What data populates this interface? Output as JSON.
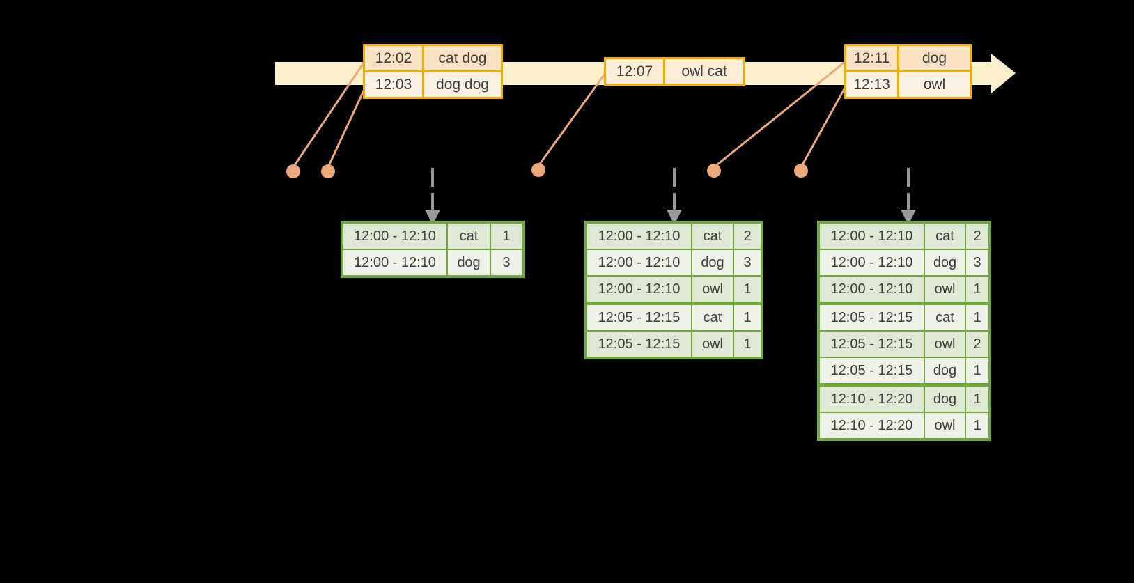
{
  "colors": {
    "background": "#000000",
    "timeline_fill": "#faf0ca",
    "event_border": "#f0ae00",
    "event_row_first": "#fae3c4",
    "event_row_second": "#fdf2e3",
    "event_row_single": "#fcecd8",
    "connector": "#eda87c",
    "flow_arrow": "#999999",
    "result_border": "#71a83e",
    "result_row_odd": "#dee8d2",
    "result_row_even": "#eff2e9",
    "text": "#3d3d3d"
  },
  "event_tables": [
    {
      "rows": [
        {
          "time": "12:02",
          "words": "cat dog"
        },
        {
          "time": "12:03",
          "words": "dog dog"
        }
      ]
    },
    {
      "rows": [
        {
          "time": "12:07",
          "words": "owl cat"
        }
      ]
    },
    {
      "rows": [
        {
          "time": "12:11",
          "words": "dog"
        },
        {
          "time": "12:13",
          "words": "owl"
        }
      ]
    }
  ],
  "result_tables": [
    {
      "rows": [
        {
          "window": "12:00 - 12:10",
          "word": "cat",
          "count": "1"
        },
        {
          "window": "12:00 - 12:10",
          "word": "dog",
          "count": "3"
        }
      ]
    },
    {
      "rows": [
        {
          "window": "12:00 - 12:10",
          "word": "cat",
          "count": "2"
        },
        {
          "window": "12:00 - 12:10",
          "word": "dog",
          "count": "3"
        },
        {
          "window": "12:00 - 12:10",
          "word": "owl",
          "count": "1"
        },
        {
          "window": "12:05 - 12:15",
          "word": "cat",
          "count": "1"
        },
        {
          "window": "12:05 - 12:15",
          "word": "owl",
          "count": "1"
        }
      ]
    },
    {
      "rows": [
        {
          "window": "12:00 - 12:10",
          "word": "cat",
          "count": "2"
        },
        {
          "window": "12:00 - 12:10",
          "word": "dog",
          "count": "3"
        },
        {
          "window": "12:00 - 12:10",
          "word": "owl",
          "count": "1"
        },
        {
          "window": "12:05 - 12:15",
          "word": "cat",
          "count": "1"
        },
        {
          "window": "12:05 - 12:15",
          "word": "owl",
          "count": "2"
        },
        {
          "window": "12:05 - 12:15",
          "word": "dog",
          "count": "1"
        },
        {
          "window": "12:10 - 12:20",
          "word": "dog",
          "count": "1"
        },
        {
          "window": "12:10 - 12:20",
          "word": "owl",
          "count": "1"
        }
      ]
    }
  ]
}
